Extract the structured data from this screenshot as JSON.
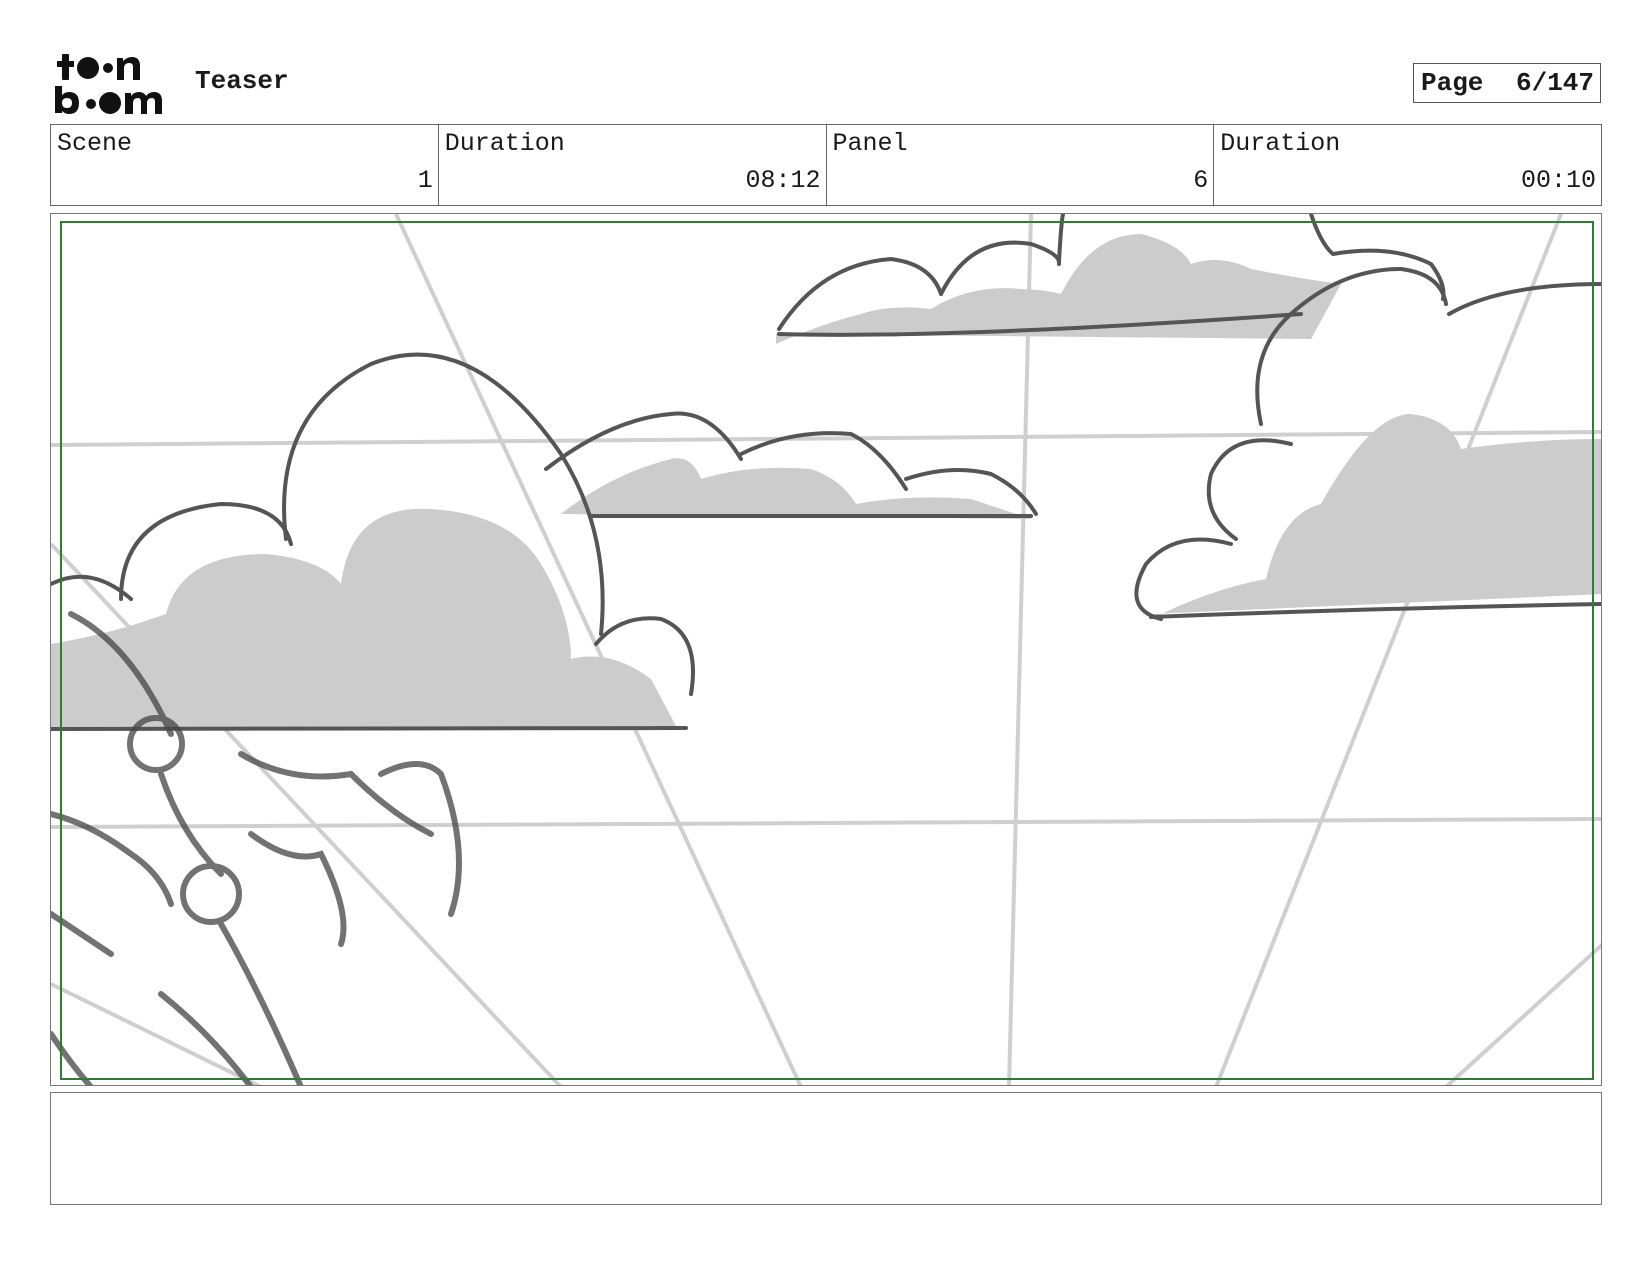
{
  "header": {
    "project_title": "Teaser",
    "page_label": "Page",
    "page_number": "6/147"
  },
  "info": {
    "scene_label": "Scene",
    "scene_value": "1",
    "scene_duration_label": "Duration",
    "scene_duration_value": "08:12",
    "panel_label": "Panel",
    "panel_value": "6",
    "panel_duration_label": "Duration",
    "panel_duration_value": "00:10"
  },
  "panel": {
    "frame_color": "#2e7d32",
    "sketch_color": "#555555",
    "fill_color": "#cccccc"
  },
  "notes": {
    "text": ""
  }
}
